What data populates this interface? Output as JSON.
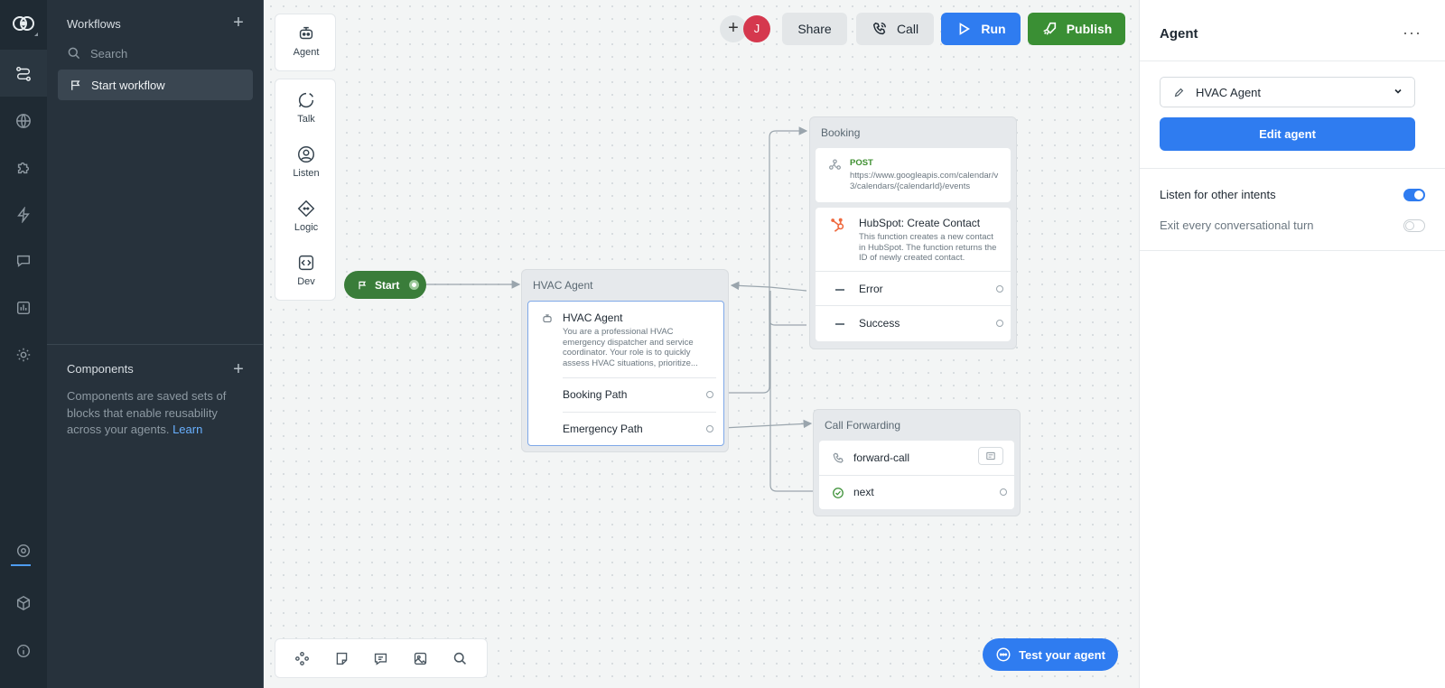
{
  "sidebar": {
    "workflows_title": "Workflows",
    "search_placeholder": "Search",
    "active_item": "Start workflow",
    "components_title": "Components",
    "components_desc": "Components are saved sets of blocks that enable reusability across your agents.",
    "components_link": "Learn"
  },
  "toolbar": {
    "avatar_initial": "J",
    "share_label": "Share",
    "call_label": "Call",
    "run_label": "Run",
    "publish_label": "Publish"
  },
  "palette": {
    "items": [
      "Agent",
      "Talk",
      "Listen",
      "Logic",
      "Dev"
    ]
  },
  "canvas": {
    "start_label": "Start",
    "hvac_node": {
      "title": "HVAC Agent",
      "card_title": "HVAC Agent",
      "card_desc": "You are a professional HVAC emergency dispatcher and service coordinator. Your role is to quickly assess HVAC situations, prioritize...",
      "paths": [
        "Booking Path",
        "Emergency Path"
      ]
    },
    "booking_node": {
      "title": "Booking",
      "method": "POST",
      "url": "https://www.googleapis.com/calendar/v3/calendars/{calendarId}/events",
      "hubspot_title": "HubSpot: Create Contact",
      "hubspot_desc": "This function creates a new contact in HubSpot. The function returns the ID of newly created contact.",
      "outputs": [
        "Error",
        "Success"
      ]
    },
    "forward_node": {
      "title": "Call Forwarding",
      "action": "forward-call",
      "next": "next"
    }
  },
  "test_agent_label": "Test your agent",
  "panel": {
    "title": "Agent",
    "selected_agent": "HVAC Agent",
    "edit_label": "Edit agent",
    "listen_label": "Listen for other intents",
    "listen_on": true,
    "exit_label": "Exit every conversational turn",
    "exit_on": false
  },
  "colors": {
    "accent": "#2f7cf0",
    "publish": "#3a8f34",
    "start": "#3a7d3a",
    "avatar": "#d5384e",
    "post_method": "#3d8f2f",
    "hubspot": "#ef6a3f"
  }
}
